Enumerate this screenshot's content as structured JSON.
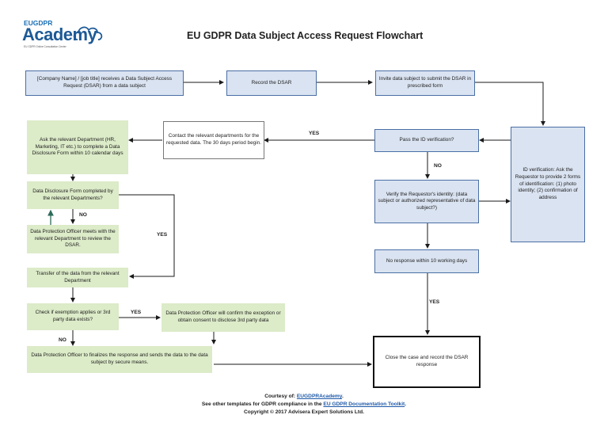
{
  "logo": {
    "top": "EUGDPR",
    "main": "Academy",
    "tagline": "EU GDPR Online Consultation Center"
  },
  "title": "EU GDPR Data Subject Access Request Flowchart",
  "nodes": {
    "receive": "[Company Name] / [job title] receives a Data Subject Access Request (DSAR) from a data subject",
    "record": "Record the DSAR",
    "invite": "Invite data subject to submit the DSAR in prescribed form",
    "ask_department": "Ask the relevant Department (HR, Marketing, IT etc.) to complete a Data Disclosure Form within 10 calendar days",
    "contact_departments": "Contact the relevant departments for the requested data. The 30 days period begin.",
    "pass_id": "Pass the ID verification?",
    "id_verification": "ID verification: Ask the Requestor to provide 2 forms of identification: (1) photo identity; (2) confirmation of address",
    "form_completed": "Data Disclosure Form completed by the relevant Departments?",
    "verify_identity": "Verify the Requestor's identity: (data subject or authorized representative of data subject?)",
    "dpo_meets": "Data Protection Officer meets with the relevant Department to review the DSAR.",
    "no_response": "No response within 10 working days",
    "transfer": "Transfer of the data from the relevant Department",
    "check_exemption": "Check if exemption applies or 3rd party data exists?",
    "dpo_confirm": "Data Protection Officer will confirm the exception or obtain consent to disclose 3rd party data",
    "dpo_finalize": "Data Protection Officer to finalizes the response and sends the data to the data subject by secure means.",
    "close_case": "Close the case and record the DSAR response"
  },
  "labels": {
    "yes_contact": "YES",
    "no_verify": "NO",
    "no_dpo": "NO",
    "yes_transfer": "YES",
    "yes_close": "YES",
    "yes_confirm": "YES",
    "no_finalize": "NO"
  },
  "footer": {
    "courtesy_prefix": "Courtesy of: ",
    "courtesy_link": "EUGDPRAcademy",
    "courtesy_suffix": ".",
    "templates_prefix": "See other templates for GDPR compliance in the ",
    "templates_link": "EU GDPR Documentation Toolkit",
    "templates_suffix": ".",
    "copyright": "Copyright © 2017 Advisera Expert Solutions Ltd."
  },
  "colors": {
    "blue_box": "#dae3f1",
    "green_box": "#dcebc8",
    "arrow": "#1a1a1a",
    "logo": "#1d5a96"
  }
}
